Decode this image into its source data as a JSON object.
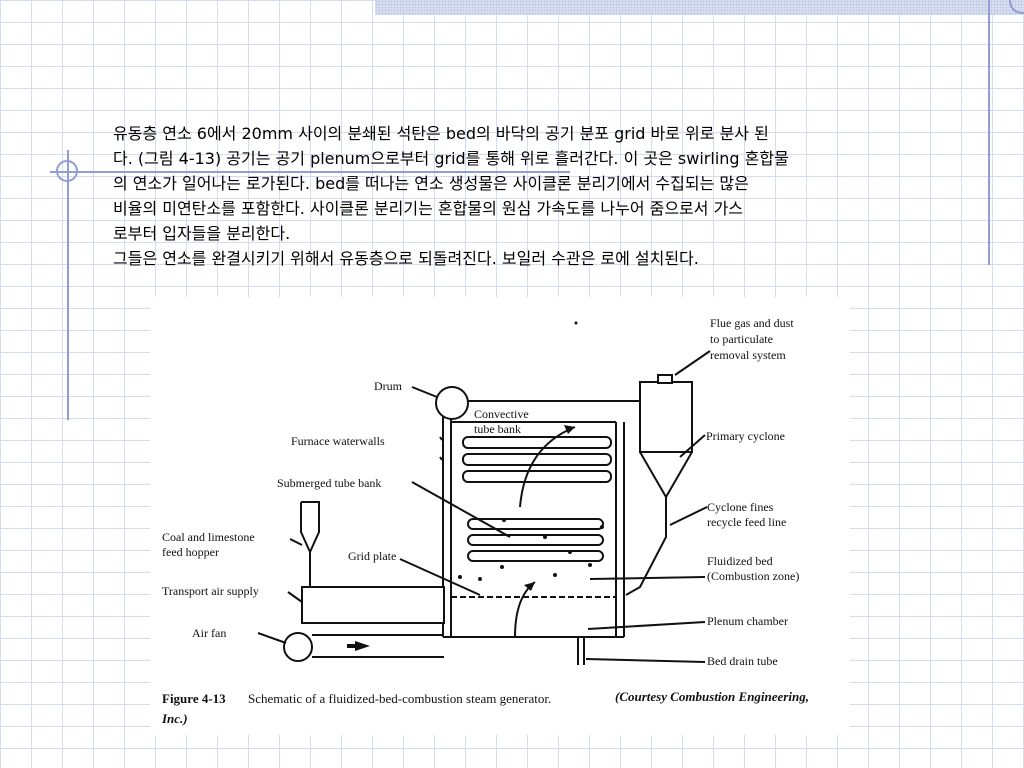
{
  "paragraph": {
    "line1": "유동층 연소 6에서 20mm 사이의 분쇄된 석탄은 bed의 바닥의 공기 분포 grid 바로 위로 분사 된",
    "line2": "다. (그림 4-13) 공기는 공기 plenum으로부터 grid를 통해 위로 흘러간다. 이 곳은 swirling 혼합물",
    "line3": "의 연소가 일어나는 로가된다. bed를 떠나는 연소 생성물은 사이클론 분리기에서 수집되는 많은",
    "line4": "비율의 미연탄소를 포함한다. 사이클론 분리기는 혼합물의 원심 가속도를 나누어 줌으로서 가스",
    "line5": "로부터 입자들을 분리한다.",
    "line6": "그들은 연소를 완결시키기 위해서 유동층으로 되돌려진다. 보일러 수관은 로에 설치된다."
  },
  "figure": {
    "labels": {
      "flue_gas_1": "Flue gas and dust",
      "flue_gas_2": "to particulate",
      "flue_gas_3": "removal system",
      "drum": "Drum",
      "convective_1": "Convective",
      "convective_2": "tube bank",
      "furnace_waterwalls": "Furnace waterwalls",
      "primary_cyclone": "Primary cyclone",
      "submerged_tube_bank": "Submerged tube bank",
      "cyclone_fines_1": "Cyclone fines",
      "cyclone_fines_2": "recycle feed line",
      "coal_hopper_1": "Coal and limestone",
      "coal_hopper_2": "feed hopper",
      "grid_plate": "Grid plate",
      "fluidized_bed_1": "Fluidized bed",
      "fluidized_bed_2": "(Combustion zone)",
      "transport_air": "Transport air supply",
      "plenum_chamber": "Plenum chamber",
      "air_fan": "Air fan",
      "bed_drain": "Bed drain tube"
    },
    "caption": {
      "number": "Figure 4-13",
      "text": "Schematic of a fluidized-bed-combustion steam generator.",
      "credit_1": "(Courtesy Combustion Engineering,",
      "credit_2": "Inc.)"
    }
  }
}
